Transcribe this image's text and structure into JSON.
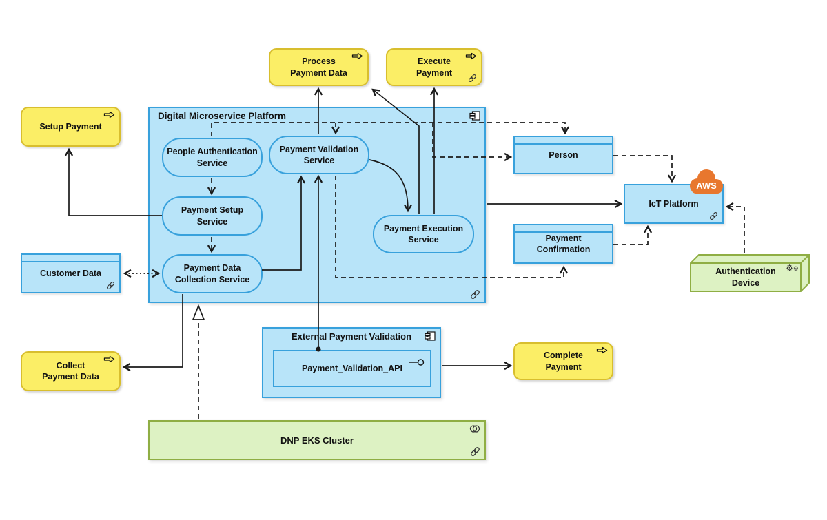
{
  "colors": {
    "node_blue_fill": "#B8E4F9",
    "node_blue_border": "#38A1DC",
    "process_yellow_fill": "#FBEE66",
    "process_yellow_border": "#D8BE2E",
    "green_fill": "#DDF2C3",
    "green_border": "#8FAE44",
    "aws_cloud_orange": "#E8772E",
    "connector_black": "#1A1A1A"
  },
  "nodes": {
    "setup_payment": {
      "lines": [
        "Setup Payment"
      ]
    },
    "process_payment_data": {
      "lines": [
        "Process",
        "Payment Data"
      ]
    },
    "execute_payment": {
      "lines": [
        "Execute",
        "Payment"
      ]
    },
    "collect_payment_data": {
      "lines": [
        "Collect",
        "Payment Data"
      ]
    },
    "complete_payment": {
      "lines": [
        "Complete",
        "Payment"
      ]
    },
    "people_authentication_service": {
      "lines": [
        "People Authentication",
        "Service"
      ]
    },
    "payment_setup_service": {
      "lines": [
        "Payment Setup",
        "Service"
      ]
    },
    "payment_data_collection_service": {
      "lines": [
        "Payment Data",
        "Collection Service"
      ]
    },
    "payment_validation_service": {
      "lines": [
        "Payment Validation",
        "Service"
      ]
    },
    "payment_execution_service": {
      "lines": [
        "Payment Execution",
        "Service"
      ]
    },
    "customer_data": {
      "lines": [
        "Customer Data"
      ]
    },
    "person": {
      "lines": [
        "Person"
      ]
    },
    "payment_confirmation": {
      "lines": [
        "Payment",
        "Confirmation"
      ]
    },
    "ict_platform": {
      "lines": [
        "IcT Platform"
      ]
    },
    "authentication_device": {
      "lines": [
        "Authentication",
        "Device"
      ]
    },
    "payment_validation_api": {
      "lines": [
        "Payment_Validation_API"
      ]
    }
  },
  "containers": {
    "digital_microservice_platform": {
      "title": "Digital Microservice Platform"
    },
    "external_payment_validation": {
      "title": "External Payment Validation"
    },
    "dnp_eks_cluster": {
      "title": "DNP EKS Cluster"
    }
  },
  "badges": {
    "aws": "AWS"
  }
}
